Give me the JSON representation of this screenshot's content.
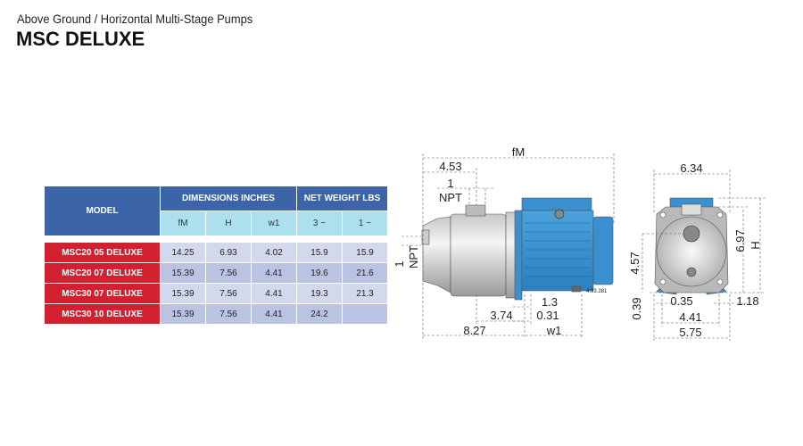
{
  "header": {
    "subtitle": "Above Ground / Horizontal Multi-Stage Pumps",
    "title": "MSC DELUXE"
  },
  "table": {
    "model_header": "MODEL",
    "dimensions_header": "DIMENSIONS INCHES",
    "weight_header": "NET WEIGHT LBS",
    "subheaders": [
      "fM",
      "H",
      "w1",
      "3 ~",
      "1 ~"
    ],
    "rows": [
      {
        "model": "MSC20 05 DELUXE",
        "values": [
          "14.25",
          "6.93",
          "4.02",
          "15.9",
          "15.9"
        ]
      },
      {
        "model": "MSC20 07 DELUXE",
        "values": [
          "15.39",
          "7.56",
          "4.41",
          "19.6",
          "21.6"
        ]
      },
      {
        "model": "MSC30 07 DELUXE",
        "values": [
          "15.39",
          "7.56",
          "4.41",
          "19.3",
          "21.3"
        ]
      },
      {
        "model": "MSC30 10 DELUXE",
        "values": [
          "15.39",
          "7.56",
          "4.41",
          "24.2",
          ""
        ]
      }
    ]
  },
  "drawing": {
    "side": {
      "fM": "fM",
      "d453": "4.53",
      "npt_top_num": "1",
      "npt_top": "NPT",
      "npt_left_num": "1",
      "npt_left": "NPT",
      "d13": "1.3",
      "d374": "3.74",
      "d031": "0.31",
      "d827": "8.27",
      "w1": "w1",
      "code": "4.93.281"
    },
    "front": {
      "d634": "6.34",
      "d457": "4.57",
      "d697": "6.97",
      "H": "H",
      "d039": "0.39",
      "d035": "0.35",
      "d118": "1.18",
      "d441": "4.41",
      "d575": "5.75"
    }
  }
}
